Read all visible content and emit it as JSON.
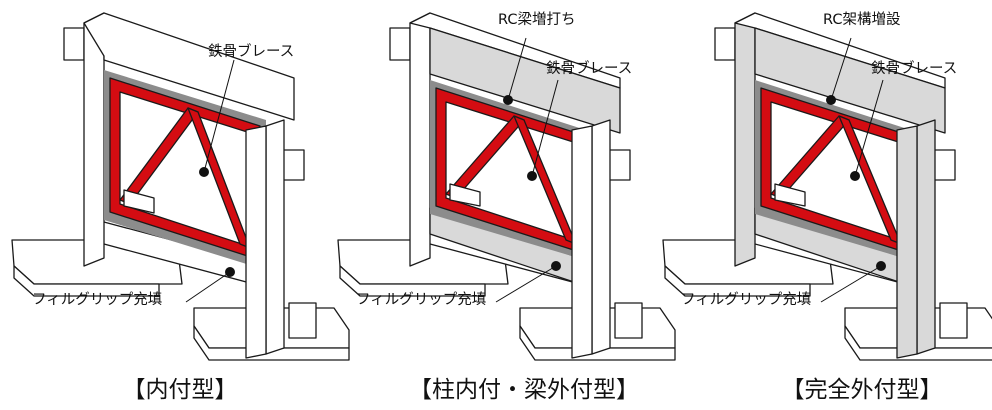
{
  "panels": [
    {
      "caption": "【内付型】",
      "callouts": {
        "brace": "鉄骨ブレース",
        "fill": "フィルグリップ充填"
      }
    },
    {
      "caption": "【柱内付・梁外付型】",
      "callouts": {
        "beam": "RC梁増打ち",
        "brace": "鉄骨ブレース",
        "fill": "フィルグリップ充填"
      }
    },
    {
      "caption": "【完全外付型】",
      "callouts": {
        "beam": "RC架構増設",
        "brace": "鉄骨ブレース",
        "fill": "フィルグリップ充填"
      }
    }
  ],
  "colors": {
    "steel": "#d40c12",
    "steel_dark": "#8e0508",
    "grout": "#8c8c8c",
    "added_rc": "#d9d9d9",
    "concrete": "#ffffff",
    "line": "#1a1a1a"
  }
}
